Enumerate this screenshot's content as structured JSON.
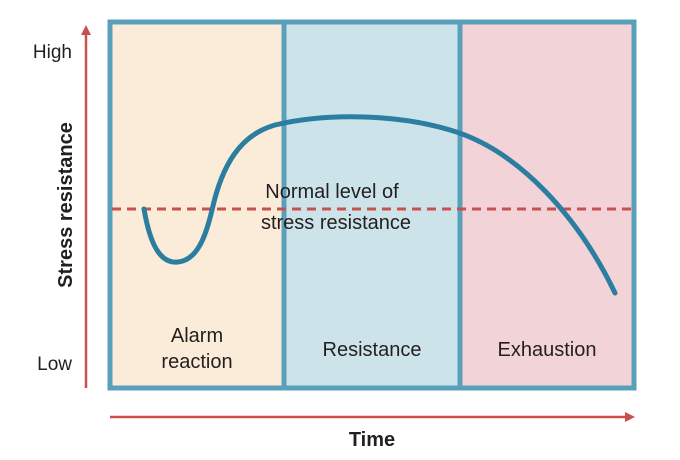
{
  "y_axis": {
    "label": "Stress resistance",
    "high_label": "High",
    "low_label": "Low"
  },
  "x_axis": {
    "label": "Time"
  },
  "stages": [
    {
      "label_line1": "Alarm",
      "label_line2": "reaction",
      "color": "#fbebd9"
    },
    {
      "label_line1": "Resistance",
      "label_line2": "",
      "color": "#cce3ea"
    },
    {
      "label_line1": "Exhaustion",
      "label_line2": "",
      "color": "#f2d4d8"
    }
  ],
  "baseline": {
    "label_line1": "Normal level of",
    "label_line2": "stress resistance"
  },
  "colors": {
    "curve": "#2c7ea0",
    "frame": "#5aa0bb",
    "arrow": "#c8504f",
    "baseline": "#c8504f"
  }
}
